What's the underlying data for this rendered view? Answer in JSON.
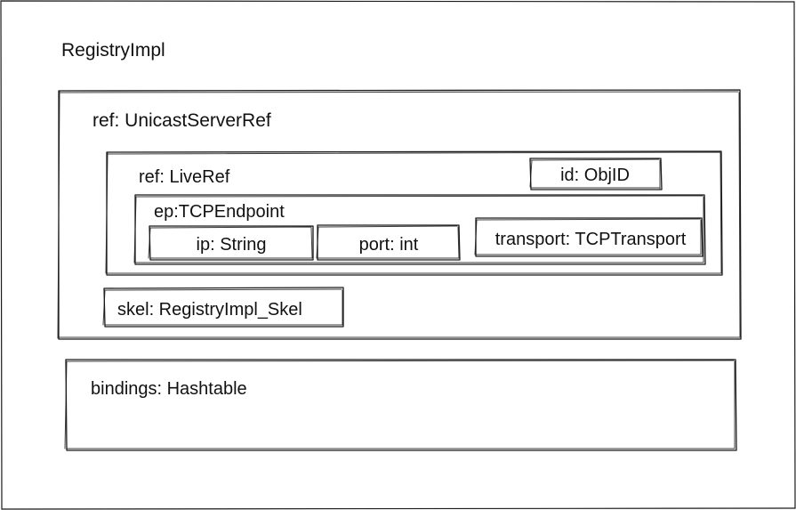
{
  "diagram": {
    "title": "RegistryImpl",
    "ref_box": {
      "label": "ref: UnicastServerRef",
      "liveref_box": {
        "label": "ref: LiveRef",
        "id_label": "id: ObjID",
        "endpoint_box": {
          "label": "ep:TCPEndpoint",
          "ip_label": "ip: String",
          "port_label": "port: int",
          "transport_label": "transport: TCPTransport"
        }
      },
      "skel_label": "skel: RegistryImpl_Skel"
    },
    "bindings_label": "bindings: Hashtable"
  }
}
